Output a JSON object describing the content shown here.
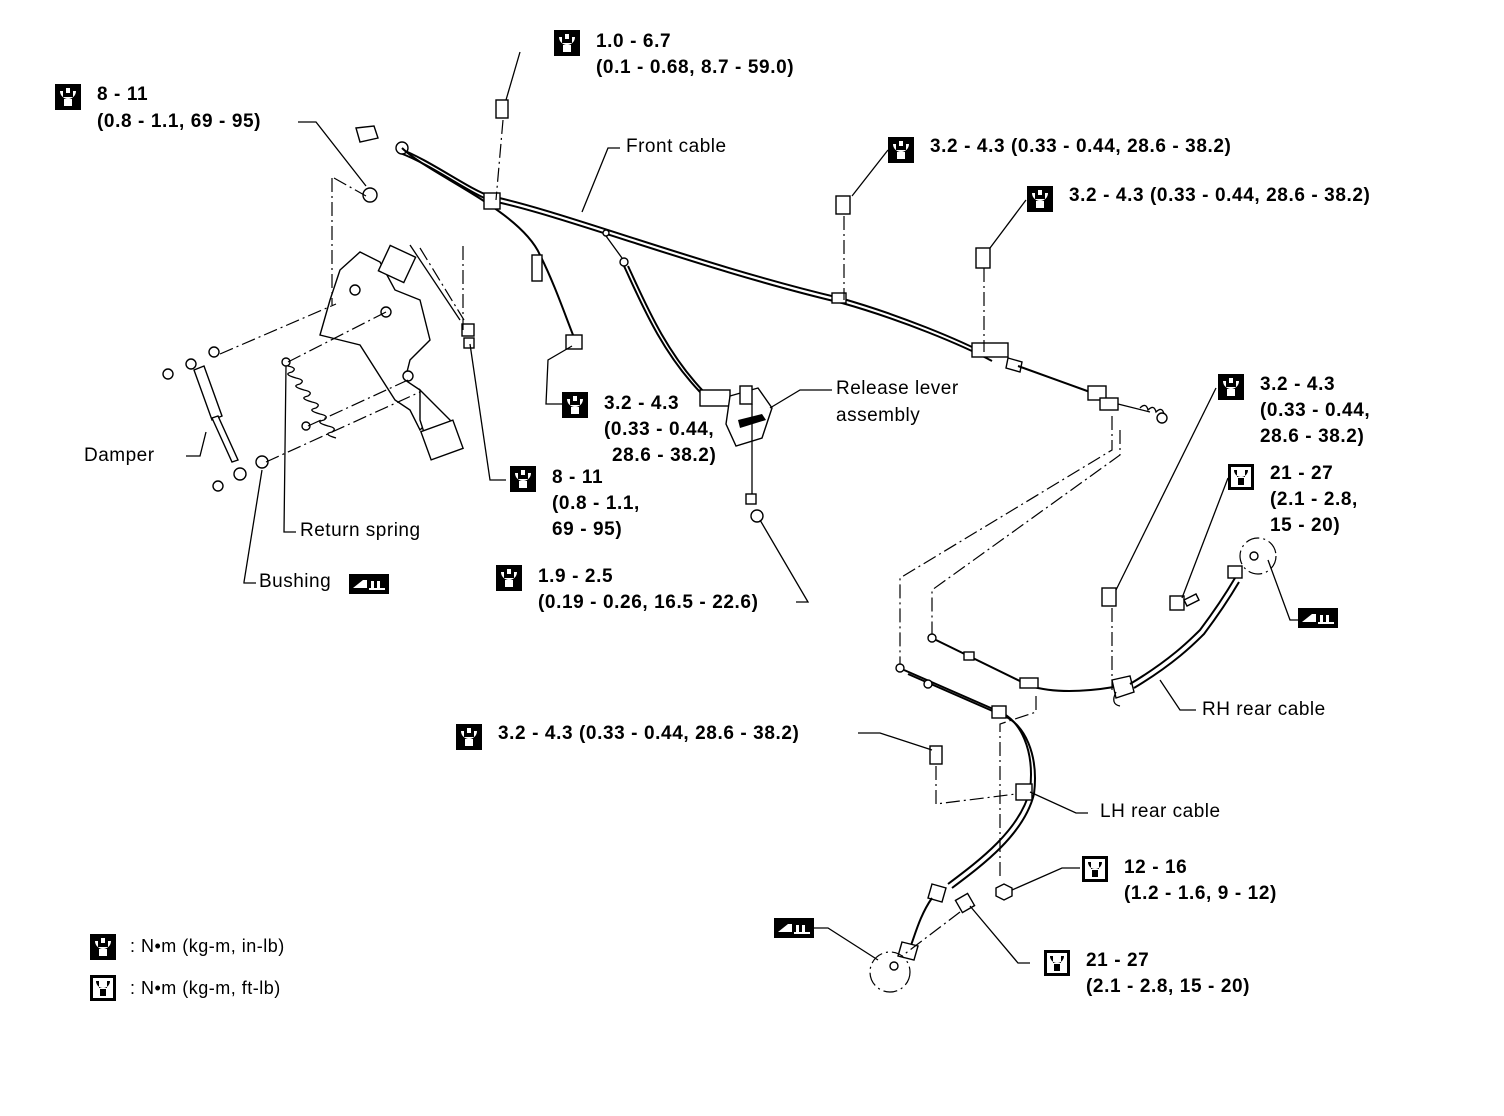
{
  "components": {
    "front_cable": "Front cable",
    "release_lever_line1": "Release lever",
    "release_lever_line2": "assembly",
    "damper": "Damper",
    "return_spring": "Return spring",
    "bushing": "Bushing",
    "rh_rear_cable": "RH rear cable",
    "lh_rear_cable": "LH rear cable"
  },
  "torques": {
    "t1_line1": "8 - 11",
    "t1_line2": "(0.8 - 1.1, 69 - 95)",
    "t2_line1": "1.0 - 6.7",
    "t2_line2": "(0.1 - 0.68, 8.7 - 59.0)",
    "t3": "3.2 - 4.3 (0.33 - 0.44, 28.6 - 38.2)",
    "t4": "3.2 - 4.3 (0.33 - 0.44, 28.6 - 38.2)",
    "t5_line1": "3.2 - 4.3",
    "t5_line2": "(0.33 - 0.44,",
    "t5_line3": "28.6 - 38.2)",
    "t6_line1": "8 - 11",
    "t6_line2": "(0.8 - 1.1,",
    "t6_line3": "69 - 95)",
    "t7_line1": "1.9 - 2.5",
    "t7_line2": "(0.19 - 0.26, 16.5 - 22.6)",
    "t8_line1": "3.2 - 4.3",
    "t8_line2": "(0.33 - 0.44,",
    "t8_line3": "28.6 - 38.2)",
    "t9_line1": "21 - 27",
    "t9_line2": "(2.1 - 2.8,",
    "t9_line3": "15 - 20)",
    "t10": "3.2 - 4.3 (0.33 - 0.44, 28.6 - 38.2)",
    "t11_line1": "12 - 16",
    "t11_line2": "(1.2 - 1.6, 9 - 12)",
    "t12_line1": "21 - 27",
    "t12_line2": "(2.1 - 2.8, 15 - 20)"
  },
  "legend": {
    "inlb": ": N•m (kg-m, in-lb)",
    "ftlb": ": N•m (kg-m, ft-lb)"
  }
}
